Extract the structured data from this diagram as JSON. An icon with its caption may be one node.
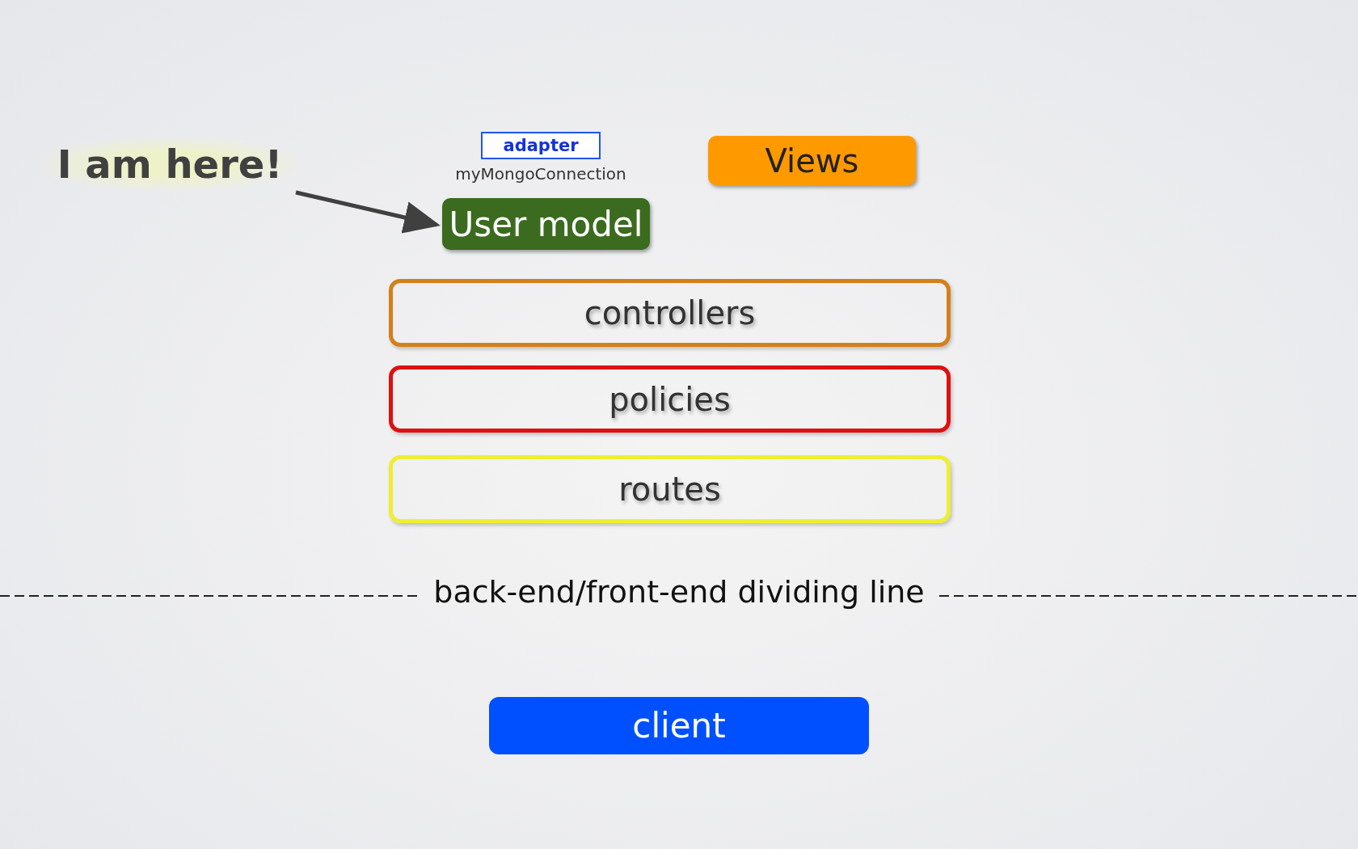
{
  "diagram": {
    "nodes": [
      {
        "text": [
          "I am here!"
        ]
      },
      {
        "text": [
          "adapter"
        ],
        "beside": [
          "myMongoConnection"
        ]
      },
      {
        "text": [
          "Views"
        ]
      },
      {
        "text": [
          "User model"
        ]
      },
      {
        "text": [
          "controllers"
        ]
      },
      {
        "text": [
          "policies"
        ]
      },
      {
        "text": [
          "routes"
        ]
      },
      {
        "text": [
          "client"
        ]
      }
    ],
    "edges": [
      {
        "from": 0,
        "to": 3,
        "arrow": "to"
      }
    ],
    "labels": [
      "back-end/front-end dividing line"
    ]
  }
}
